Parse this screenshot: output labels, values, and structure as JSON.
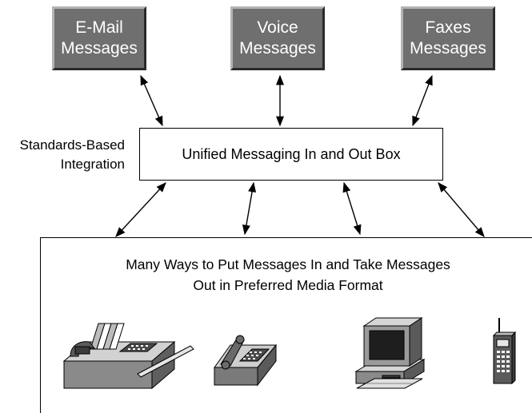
{
  "sources": [
    {
      "id": "email",
      "lines": [
        "E-Mail",
        "Messages"
      ]
    },
    {
      "id": "voice",
      "lines": [
        "Voice",
        "Messages"
      ]
    },
    {
      "id": "faxes",
      "lines": [
        "Faxes",
        "Messages"
      ]
    }
  ],
  "side_label": [
    "Standards-Based",
    "Integration"
  ],
  "hub_label": "Unified Messaging In and Out Box",
  "panel_caption": [
    "Many Ways to Put Messages In and Take Messages",
    "Out in Preferred Media Format"
  ],
  "devices": [
    {
      "name": "fax-machine"
    },
    {
      "name": "telephone"
    },
    {
      "name": "computer"
    },
    {
      "name": "mobile-phone"
    }
  ]
}
